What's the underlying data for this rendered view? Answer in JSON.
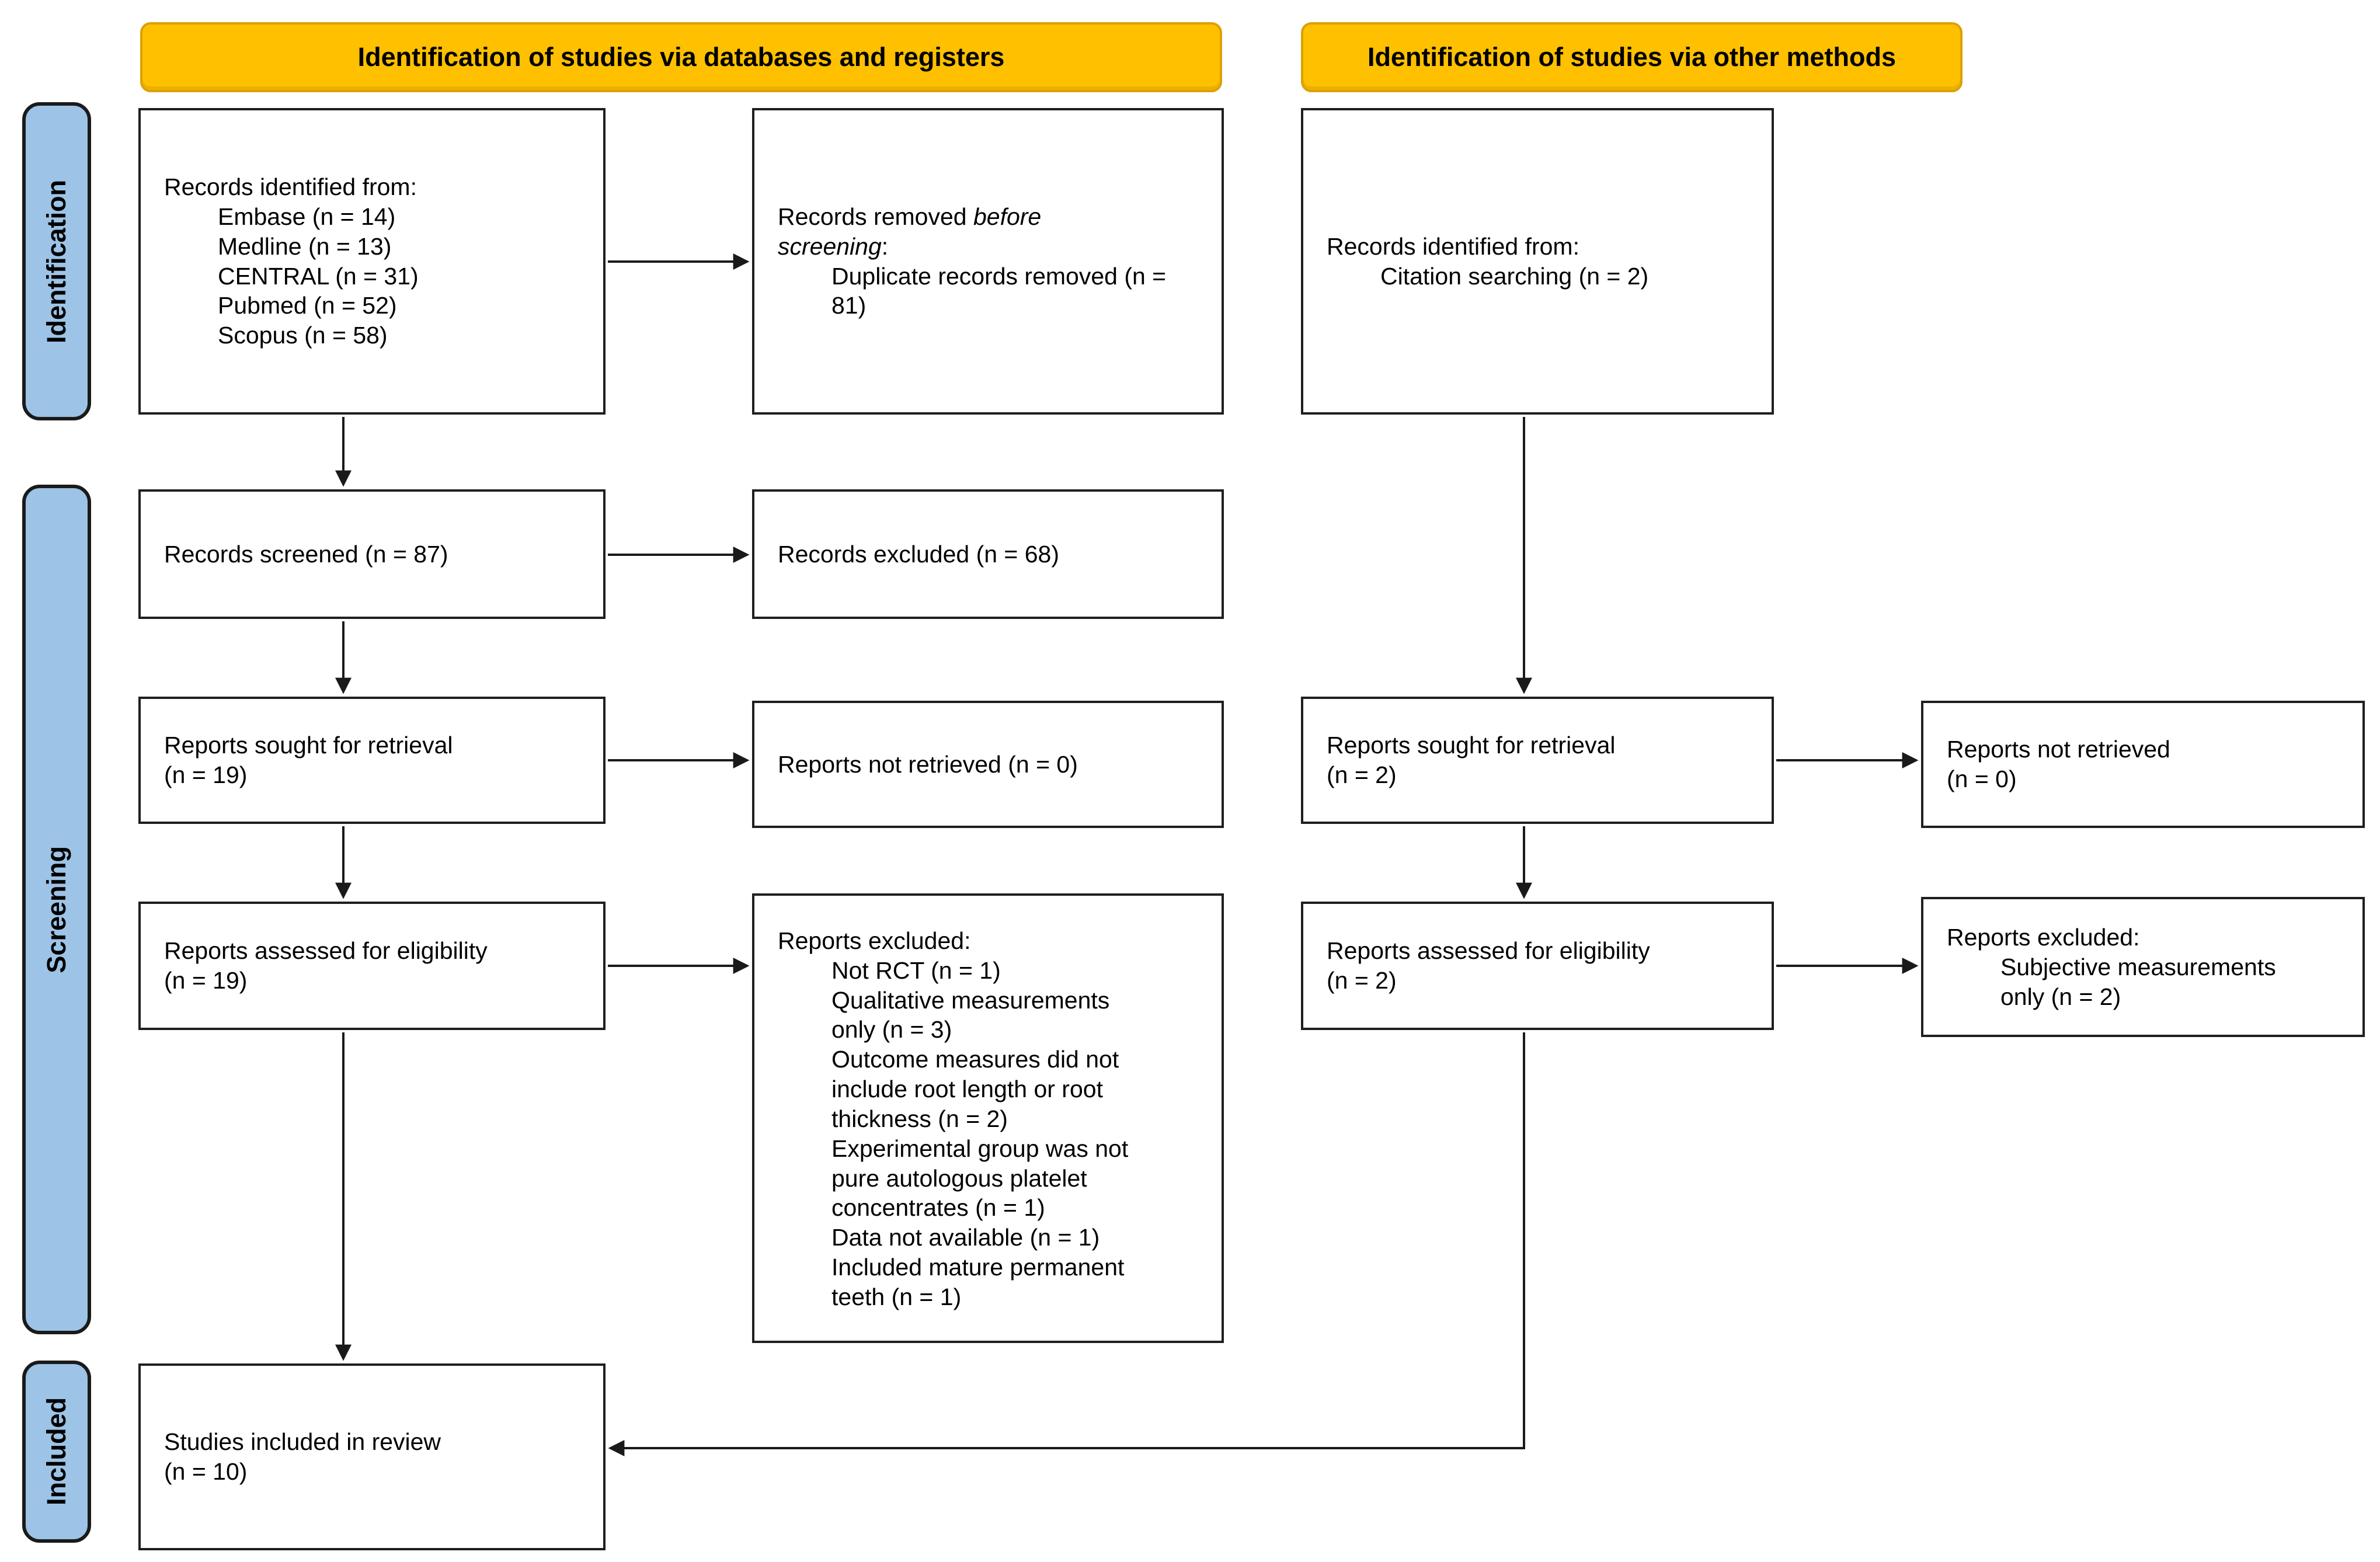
{
  "banners": {
    "databases": "Identification of studies via databases and registers",
    "other": "Identification of studies via other methods"
  },
  "stages": {
    "identification": "Identification",
    "screening": "Screening",
    "included": "Included"
  },
  "boxes": {
    "records_identified_databases": {
      "lines": [
        {
          "text": "Records identified from:"
        },
        {
          "text": "Embase (n = 14)",
          "indent": true
        },
        {
          "text": "Medline (n = 13)",
          "indent": true
        },
        {
          "text": "CENTRAL (n = 31)",
          "indent": true
        },
        {
          "text": "Pubmed (n = 52)",
          "indent": true
        },
        {
          "text": "Scopus (n = 58)",
          "indent": true
        }
      ]
    },
    "records_removed_before_screening": {
      "lines": [
        {
          "text": "Records removed before screening:",
          "italic": "before screening"
        },
        {
          "text": "Duplicate records removed (n = 81)",
          "indent": true
        }
      ]
    },
    "records_identified_other": {
      "lines": [
        {
          "text": "Records identified from:"
        },
        {
          "text": "Citation searching (n = 2)",
          "indent": true
        }
      ]
    },
    "records_screened": {
      "lines": [
        {
          "text": "Records screened (n = 87)"
        }
      ]
    },
    "records_excluded": {
      "lines": [
        {
          "text": "Records excluded (n = 68)"
        }
      ]
    },
    "reports_sought_databases": {
      "lines": [
        {
          "text": "Reports sought for retrieval"
        },
        {
          "text": "(n = 19)"
        }
      ]
    },
    "reports_not_retrieved_databases": {
      "lines": [
        {
          "text": "Reports not retrieved (n = 0)"
        }
      ]
    },
    "reports_sought_other": {
      "lines": [
        {
          "text": "Reports sought for retrieval"
        },
        {
          "text": "(n = 2)"
        }
      ]
    },
    "reports_not_retrieved_other": {
      "lines": [
        {
          "text": "Reports not retrieved"
        },
        {
          "text": "(n = 0)"
        }
      ]
    },
    "reports_assessed_databases": {
      "lines": [
        {
          "text": "Reports assessed for eligibility"
        },
        {
          "text": "(n = 19)"
        }
      ]
    },
    "reports_excluded_databases": {
      "lines": [
        {
          "text": "Reports excluded:"
        },
        {
          "text": "Not RCT (n = 1)",
          "indent": true
        },
        {
          "text": "Qualitative measurements only (n = 3)",
          "indent": true
        },
        {
          "text": "Outcome measures did not include root length or root thickness (n = 2)",
          "indent": true
        },
        {
          "text": "Experimental group was not pure autologous platelet concentrates (n = 1)",
          "indent": true
        },
        {
          "text": "Data not available (n = 1)",
          "indent": true
        },
        {
          "text": "Included mature permanent teeth (n = 1)",
          "indent": true
        }
      ]
    },
    "reports_assessed_other": {
      "lines": [
        {
          "text": "Reports assessed for eligibility"
        },
        {
          "text": "(n = 2)"
        }
      ]
    },
    "reports_excluded_other": {
      "lines": [
        {
          "text": "Reports excluded:"
        },
        {
          "text": "Subjective measurements only (n = 2)",
          "indent": true
        }
      ]
    },
    "studies_included": {
      "lines": [
        {
          "text": "Studies included in review"
        },
        {
          "text": "(n = 10)"
        }
      ]
    }
  },
  "colors": {
    "banner_bg": "#FFC000",
    "banner_border": "#DEA000",
    "stage_bg": "#9DC3E6",
    "stage_border": "#1A1A1A",
    "box_border": "#1F1F1F",
    "box_bg": "#FFFFFF",
    "arrow": "#1A1A1A",
    "text": "#000000"
  }
}
